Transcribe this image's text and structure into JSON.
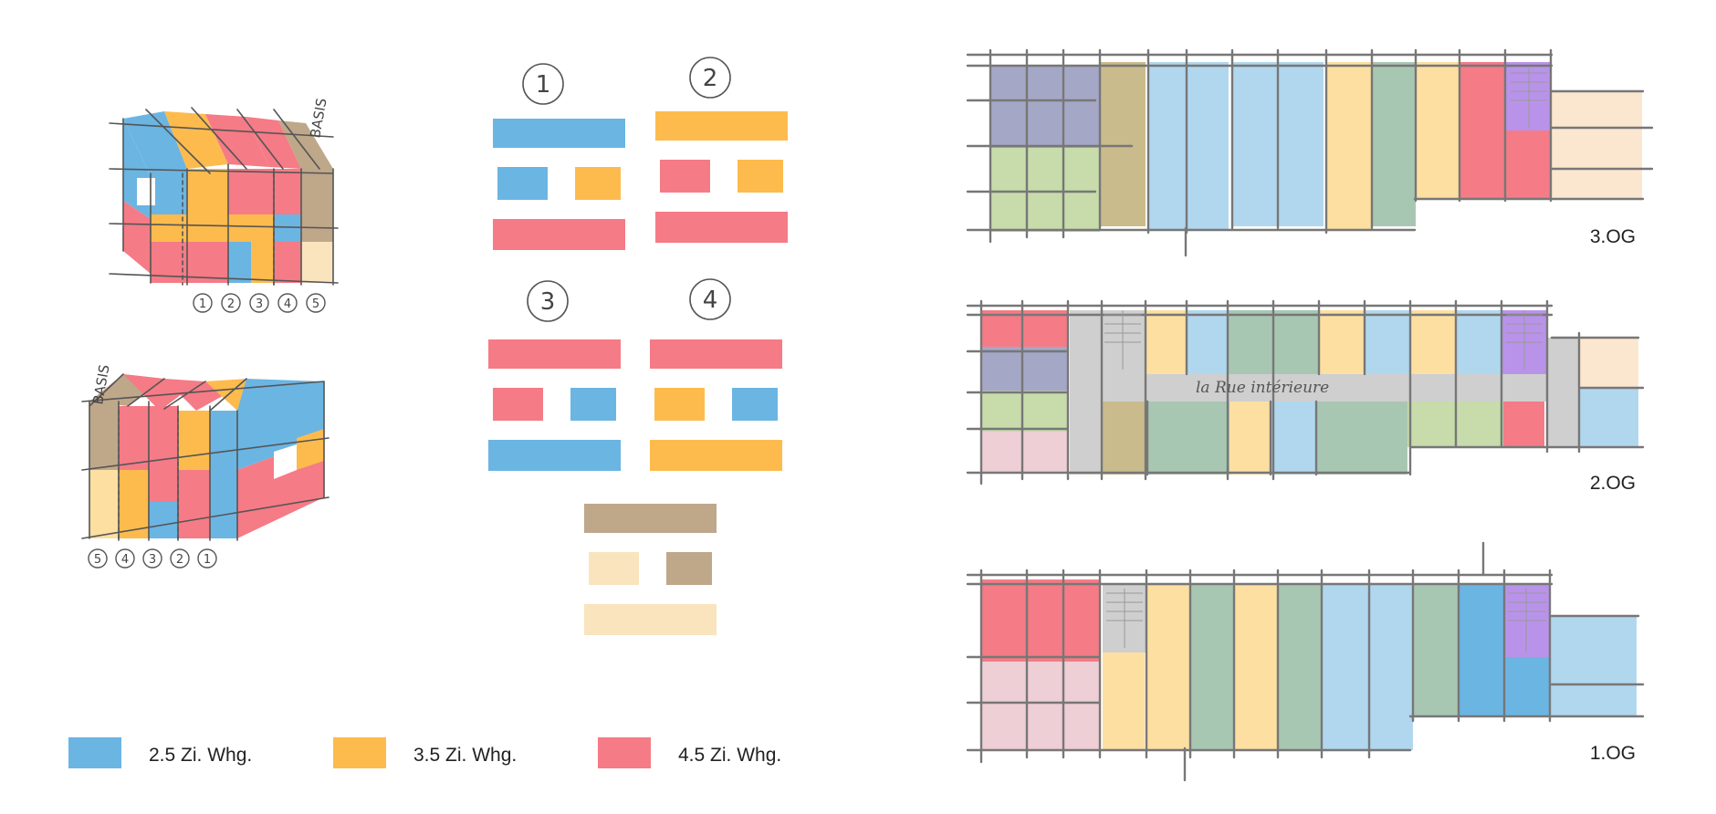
{
  "colors": {
    "blue": "#6bb5e3",
    "yellow": "#fdbb4d",
    "red": "#f57b86",
    "brown": "#bfa78a",
    "cream": "#f9e4bd",
    "light_blue": "#b1d7ee",
    "light_yellow": "#fcdfa1",
    "green": "#a8c7b3",
    "light_green": "#c7dbab",
    "slate": "#a5a7c6",
    "pink": "#eecfd5",
    "purple": "#b993ea",
    "khaki": "#c9bb8c",
    "peach": "#fbe7d0",
    "grey": "#cfcfcf"
  },
  "sketches": {
    "top_cube": {
      "basis_label": "BASIS",
      "numbers": [
        "1",
        "2",
        "3",
        "4",
        "5"
      ]
    },
    "bottom_cube": {
      "basis_label": "BASIS",
      "numbers": [
        "5",
        "4",
        "3",
        "2",
        "1"
      ]
    }
  },
  "schemes": [
    {
      "number": "1",
      "rows": [
        [
          "blue"
        ],
        [
          "blue",
          "yellow"
        ],
        [
          "red"
        ]
      ]
    },
    {
      "number": "2",
      "rows": [
        [
          "yellow"
        ],
        [
          "red",
          "yellow"
        ],
        [
          "red"
        ]
      ]
    },
    {
      "number": "3",
      "rows": [
        [
          "red"
        ],
        [
          "red",
          "blue"
        ],
        [
          "blue"
        ]
      ]
    },
    {
      "number": "4",
      "rows": [
        [
          "red"
        ],
        [
          "yellow",
          "blue"
        ],
        [
          "yellow"
        ]
      ]
    },
    {
      "number": "",
      "rows": [
        [
          "brown"
        ],
        [
          "cream",
          "brown"
        ],
        [
          "cream"
        ]
      ]
    }
  ],
  "legend": [
    {
      "color": "blue",
      "label": "2.5 Zi. Whg."
    },
    {
      "color": "yellow",
      "label": "3.5 Zi. Whg."
    },
    {
      "color": "red",
      "label": "4.5 Zi. Whg."
    }
  ],
  "floors": [
    {
      "label": "3.OG"
    },
    {
      "label": "2.OG",
      "street_label": "la Rue intérieure"
    },
    {
      "label": "1.OG"
    }
  ]
}
